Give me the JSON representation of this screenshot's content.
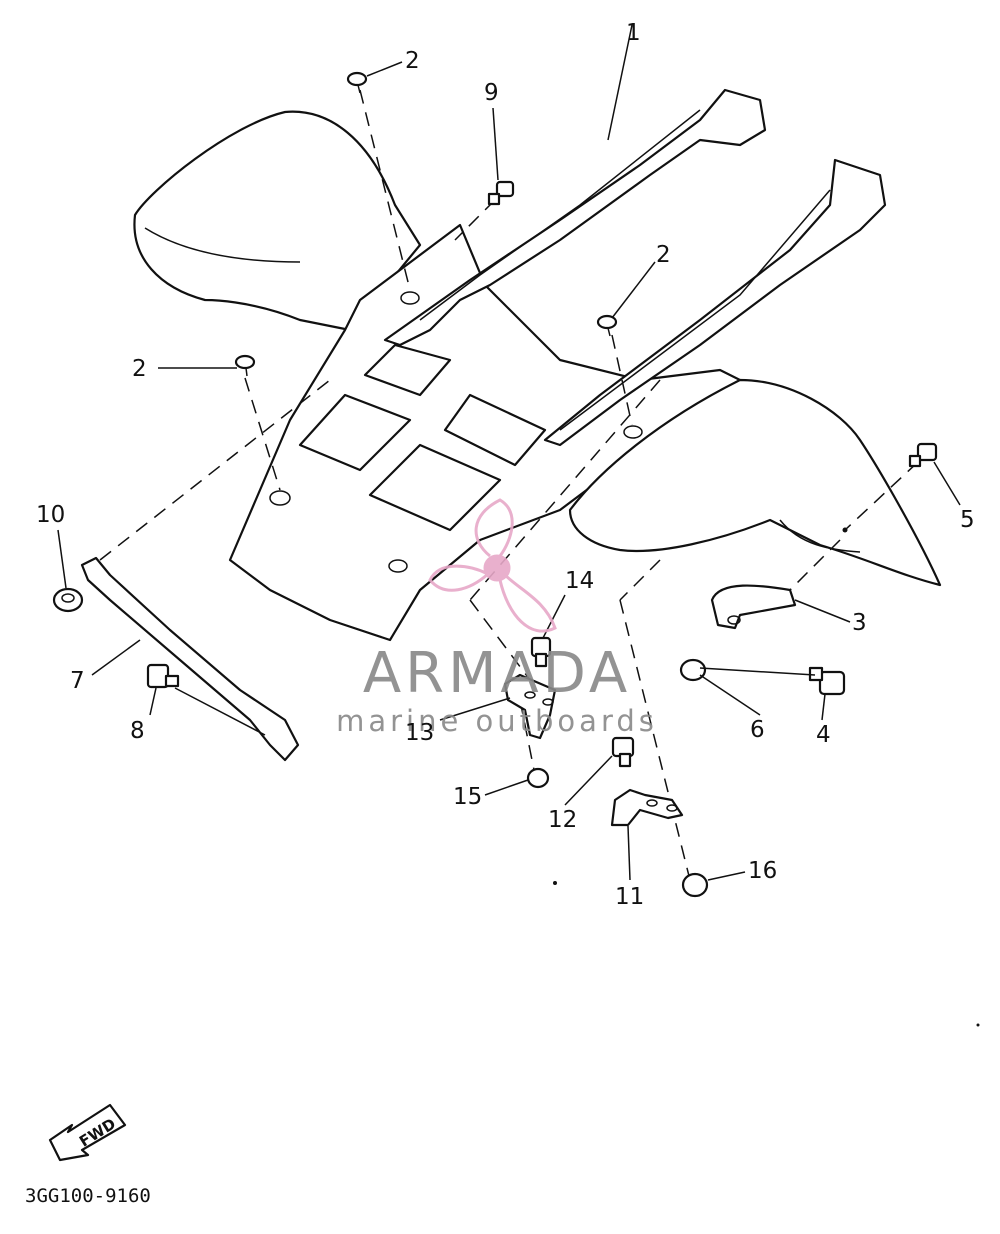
{
  "callouts": [
    {
      "id": "1",
      "text": "1"
    },
    {
      "id": "2a",
      "text": "2"
    },
    {
      "id": "2b",
      "text": "2"
    },
    {
      "id": "2c",
      "text": "2"
    },
    {
      "id": "3",
      "text": "3"
    },
    {
      "id": "4",
      "text": "4"
    },
    {
      "id": "5",
      "text": "5"
    },
    {
      "id": "6",
      "text": "6"
    },
    {
      "id": "7",
      "text": "7"
    },
    {
      "id": "8",
      "text": "8"
    },
    {
      "id": "9",
      "text": "9"
    },
    {
      "id": "10",
      "text": "10"
    },
    {
      "id": "11",
      "text": "11"
    },
    {
      "id": "12",
      "text": "12"
    },
    {
      "id": "13",
      "text": "13"
    },
    {
      "id": "14",
      "text": "14"
    },
    {
      "id": "15",
      "text": "15"
    },
    {
      "id": "16",
      "text": "16"
    }
  ],
  "fwd_label": "FWD",
  "diagram_code": "3GG100-9160",
  "watermark": {
    "brand": "ARMADA",
    "tagline": "marine outboards",
    "brand_color": "#e7a8c8",
    "text_color": "#888888"
  }
}
